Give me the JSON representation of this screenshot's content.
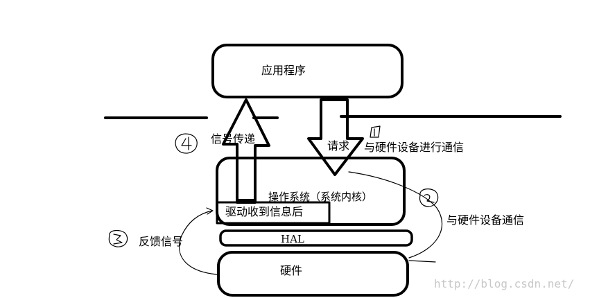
{
  "labels": {
    "app": "应用程序",
    "os": "操作系统（系统内核）",
    "driver": "驱动收到信息后",
    "hal": "HAL",
    "hardware": "硬件",
    "step1_request": "请求",
    "step1_desc": "与硬件设备进行通信",
    "step2_desc": "与硬件设备通信",
    "step3_desc": "反馈信号",
    "step4_desc": "信号传递"
  },
  "watermark": "http://blog.csdn.net/",
  "colors": {
    "stroke": "#000000",
    "background": "#ffffff",
    "watermark": "#c8c8c8"
  }
}
